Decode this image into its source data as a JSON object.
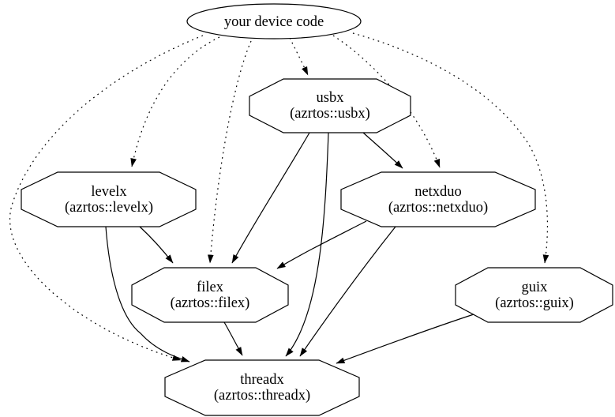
{
  "diagram": {
    "colors": {
      "background": "#ffffff",
      "stroke": "#000000",
      "node_fill": "#ffffff",
      "text": "#000000"
    },
    "root": {
      "id": "device",
      "label": "your device code",
      "shape": "ellipse"
    },
    "nodes": [
      {
        "id": "usbx",
        "label": "usbx",
        "sublabel": "(azrtos::usbx)",
        "shape": "octagon"
      },
      {
        "id": "levelx",
        "label": "levelx",
        "sublabel": "(azrtos::levelx)",
        "shape": "octagon"
      },
      {
        "id": "netxduo",
        "label": "netxduo",
        "sublabel": "(azrtos::netxduo)",
        "shape": "octagon"
      },
      {
        "id": "filex",
        "label": "filex",
        "sublabel": "(azrtos::filex)",
        "shape": "octagon"
      },
      {
        "id": "guix",
        "label": "guix",
        "sublabel": "(azrtos::guix)",
        "shape": "octagon"
      },
      {
        "id": "threadx",
        "label": "threadx",
        "sublabel": "(azrtos::threadx)",
        "shape": "octagon"
      }
    ],
    "edges": [
      {
        "from": "your device code",
        "to": "usbx",
        "style": "dotted"
      },
      {
        "from": "your device code",
        "to": "levelx",
        "style": "dotted"
      },
      {
        "from": "your device code",
        "to": "netxduo",
        "style": "dotted"
      },
      {
        "from": "your device code",
        "to": "filex",
        "style": "dotted"
      },
      {
        "from": "your device code",
        "to": "guix",
        "style": "dotted"
      },
      {
        "from": "your device code",
        "to": "threadx",
        "style": "dotted"
      },
      {
        "from": "usbx",
        "to": "netxduo",
        "style": "solid"
      },
      {
        "from": "usbx",
        "to": "filex",
        "style": "solid"
      },
      {
        "from": "usbx",
        "to": "threadx",
        "style": "solid"
      },
      {
        "from": "levelx",
        "to": "filex",
        "style": "solid"
      },
      {
        "from": "levelx",
        "to": "threadx",
        "style": "solid"
      },
      {
        "from": "netxduo",
        "to": "filex",
        "style": "solid"
      },
      {
        "from": "netxduo",
        "to": "threadx",
        "style": "solid"
      },
      {
        "from": "filex",
        "to": "threadx",
        "style": "solid"
      },
      {
        "from": "guix",
        "to": "threadx",
        "style": "solid"
      }
    ]
  }
}
